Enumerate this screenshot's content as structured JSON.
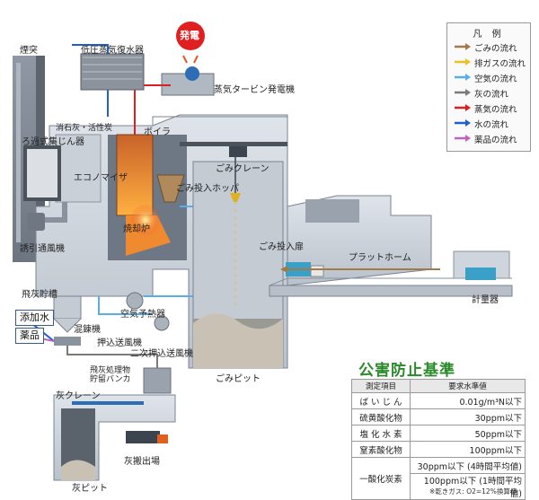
{
  "labels": {
    "chimney": "煙突",
    "condenser": "低圧蒸気復水器",
    "power": "発電",
    "turbine": "蒸気タービン発電機",
    "slaked_lime": "消石灰・活性炭",
    "bag_filter": "ろ過式集じん器",
    "boiler": "ボイラ",
    "economizer": "エコノマイザ",
    "crane": "ごみクレーン",
    "hopper": "ごみ投入ホッパ",
    "incinerator": "焼却炉",
    "induced_fan": "誘引通風機",
    "door": "ごみ投入扉",
    "platform": "プラットホーム",
    "scale": "計量器",
    "fly_ash_tank": "飛灰貯槽",
    "additive": "添加水",
    "chemical": "薬品",
    "kneader": "混錬機",
    "air_preheater": "空気予熱器",
    "push_fan": "押込送風機",
    "secondary_fan": "二次押込送風機",
    "fly_ash_bunker": "飛灰処理物\n貯留バンカ",
    "ash_crane": "灰クレーン",
    "ash_out": "灰搬出場",
    "ash_pit": "灰ピット",
    "garbage_pit": "ごみピット"
  },
  "legend": {
    "title": "凡 例",
    "items": [
      {
        "label": "ごみの流れ",
        "color": "#a07a4a"
      },
      {
        "label": "排ガスの流れ",
        "color": "#f0c020"
      },
      {
        "label": "空気の流れ",
        "color": "#5aaee8"
      },
      {
        "label": "灰の流れ",
        "color": "#7a7a7a"
      },
      {
        "label": "蒸気の流れ",
        "color": "#d82020"
      },
      {
        "label": "水の流れ",
        "color": "#1f5fc8"
      },
      {
        "label": "薬品の流れ",
        "color": "#c060c0"
      }
    ]
  },
  "standards": {
    "title": "公害防止基準",
    "header_item": "測定項目",
    "header_value": "要求水準値",
    "rows": [
      {
        "item": "ば い じ ん",
        "value": "0.01g/m³N以下"
      },
      {
        "item": "硫黄酸化物",
        "value": "30ppm以下"
      },
      {
        "item": "塩 化 水 素",
        "value": "50ppm以下"
      },
      {
        "item": "窒素酸化物",
        "value": "100ppm以下"
      }
    ],
    "co_item": "一酸化炭素",
    "co_values": [
      "30ppm以下 (4時間平均値)",
      "100ppm以下 (1時間平均値)"
    ],
    "note": "※乾きガス: O2=12%換算値"
  }
}
